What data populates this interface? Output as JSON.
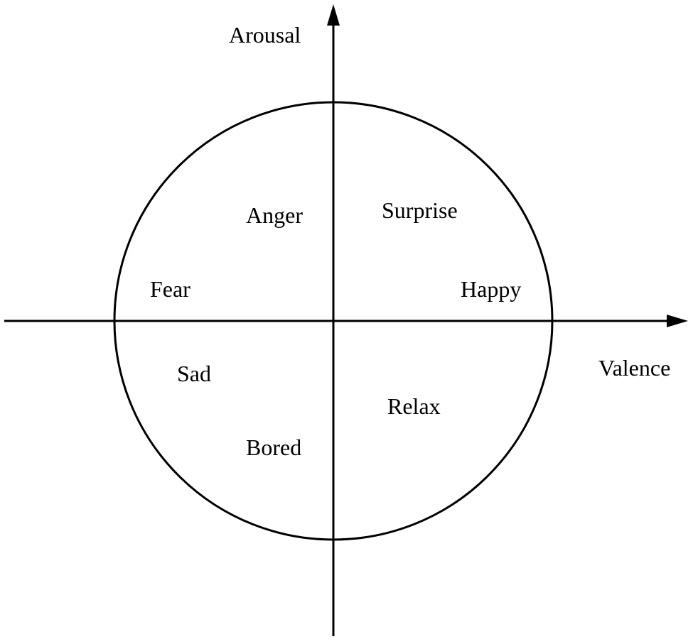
{
  "axes": {
    "x_label": "Valence",
    "y_label": "Arousal"
  },
  "emotions": [
    {
      "name": "Anger"
    },
    {
      "name": "Surprise"
    },
    {
      "name": "Fear"
    },
    {
      "name": "Happy"
    },
    {
      "name": "Sad"
    },
    {
      "name": "Relax"
    },
    {
      "name": "Bored"
    }
  ],
  "colors": {
    "stroke": "#000000",
    "background": "#ffffff"
  }
}
